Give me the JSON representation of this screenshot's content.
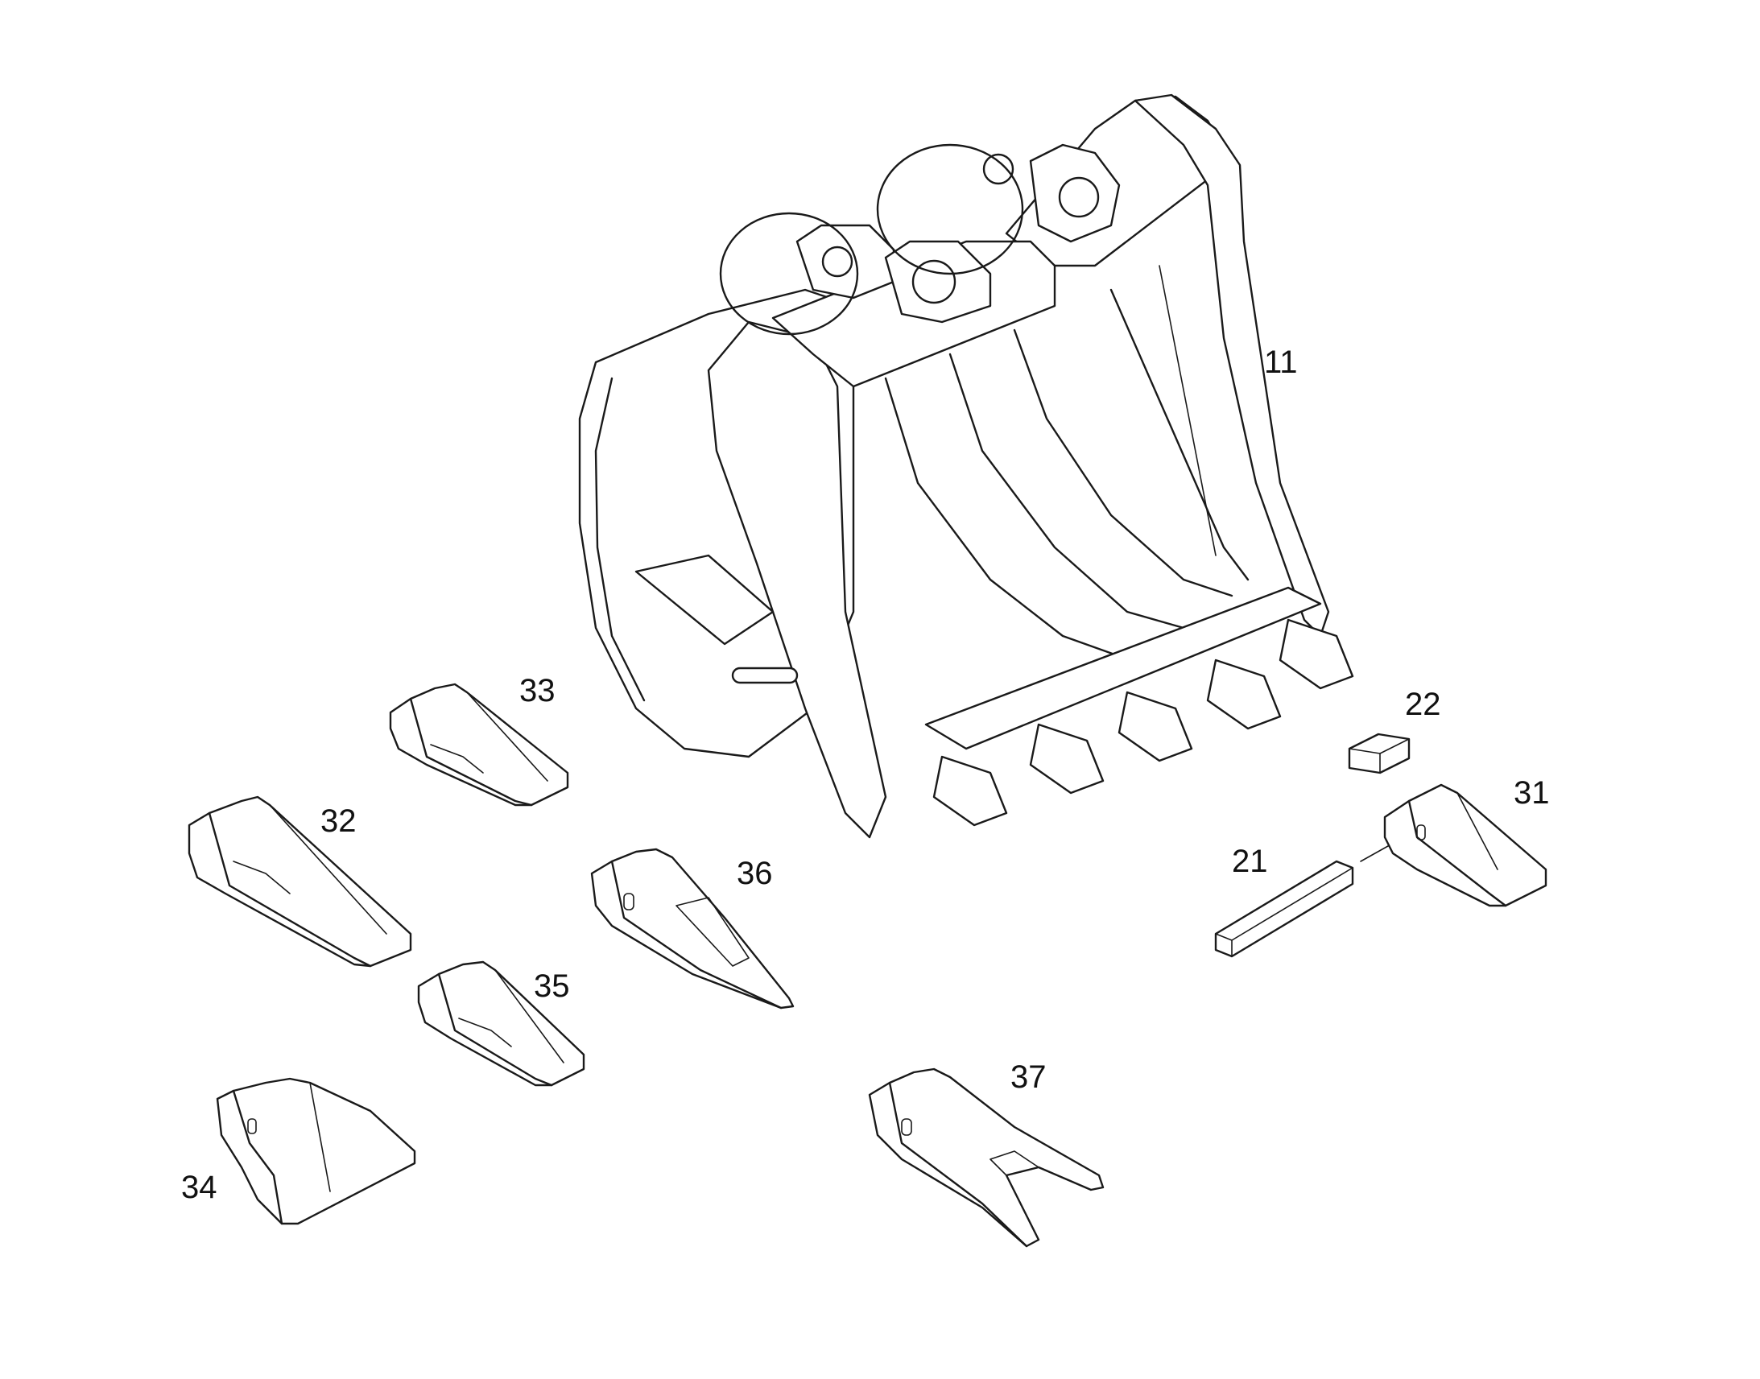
{
  "diagram": {
    "line_color": "#1a1a1a",
    "background": "#ffffff",
    "callouts": {
      "c11": "11",
      "c21": "21",
      "c22": "22",
      "c31": "31",
      "c32": "32",
      "c33": "33",
      "c34": "34",
      "c35": "35",
      "c36": "36",
      "c37": "37"
    },
    "parts": [
      {
        "ref": "11",
        "icon": "excavator-bucket-icon"
      },
      {
        "ref": "21",
        "icon": "retainer-pin-icon"
      },
      {
        "ref": "22",
        "icon": "lock-washer-icon"
      },
      {
        "ref": "31",
        "icon": "bucket-tooth-icon"
      },
      {
        "ref": "32",
        "icon": "bucket-tooth-icon"
      },
      {
        "ref": "33",
        "icon": "bucket-tooth-icon"
      },
      {
        "ref": "34",
        "icon": "bucket-tooth-icon"
      },
      {
        "ref": "35",
        "icon": "bucket-tooth-icon"
      },
      {
        "ref": "36",
        "icon": "penetration-tooth-icon"
      },
      {
        "ref": "37",
        "icon": "twin-tiger-tooth-icon"
      }
    ]
  }
}
